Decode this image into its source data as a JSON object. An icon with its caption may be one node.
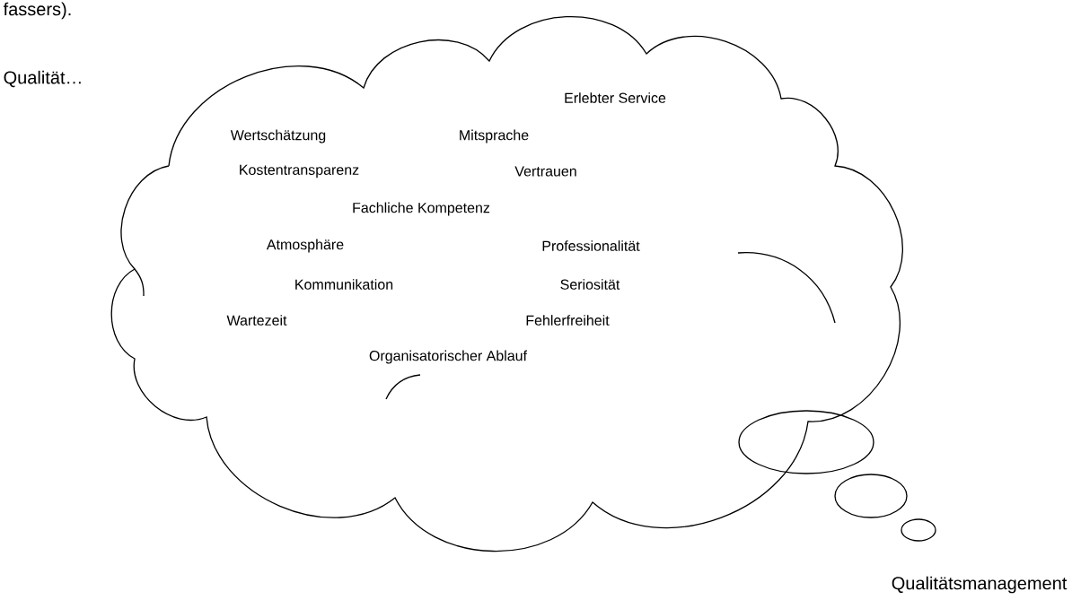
{
  "diagram": {
    "nodes": [
      {
        "text": [
          "Erlebter Service",
          "Wertschätzung",
          "Mitsprache",
          "Kostentransparenz",
          "Vertrauen",
          "Fachliche Kompetenz",
          "Atmosphäre",
          "Professionalität",
          "Kommunikation",
          "Seriosität",
          "Wartezeit",
          "Fehlerfreiheit",
          "Organisatorischer Ablauf"
        ]
      },
      {
        "text": [],
        "shape": "ellipse"
      },
      {
        "text": [],
        "shape": "ellipse"
      },
      {
        "text": [],
        "shape": "ellipse"
      }
    ],
    "labels": [
      "fassers).",
      "Qualität…",
      "Qualitätsmanagement"
    ]
  }
}
